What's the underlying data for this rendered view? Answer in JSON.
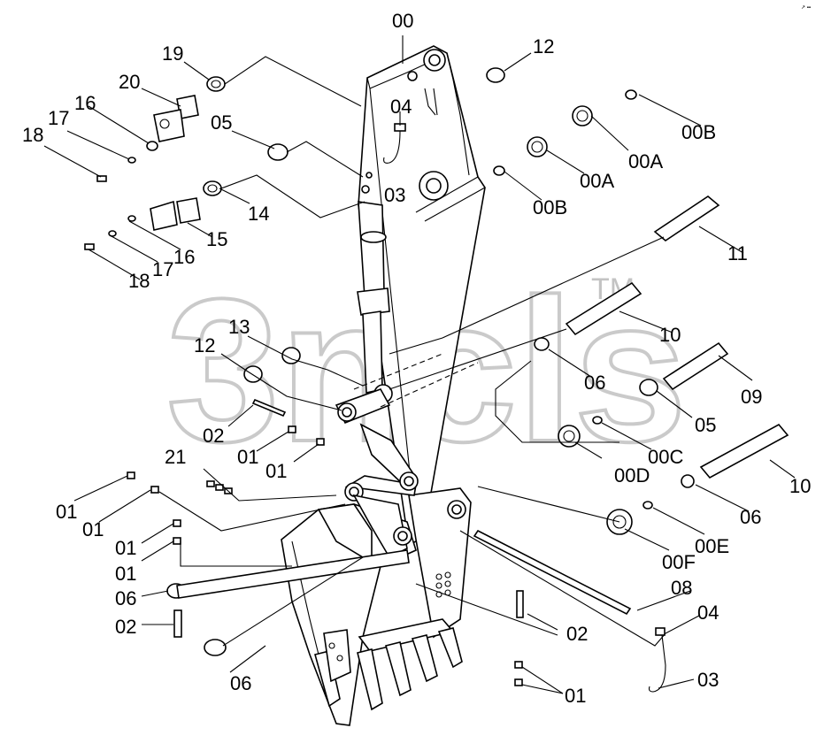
{
  "watermark": {
    "text": "3ncls",
    "tm": "TM"
  },
  "corner_mark": "↗ ▪▪",
  "labels": {
    "l00": "00",
    "l12a": "12",
    "l19": "19",
    "l20": "20",
    "l04a": "04",
    "l16a": "16",
    "l17a": "17",
    "l18a": "18",
    "l05a": "05",
    "l00b1": "00B",
    "l00a1": "00A",
    "l00a2": "00A",
    "l03a": "03",
    "l00b2": "00B",
    "l14": "14",
    "l15": "15",
    "l16b": "16",
    "l17b": "17",
    "l18b": "18",
    "l11": "11",
    "l10a": "10",
    "l13": "13",
    "l12b": "12",
    "l06a": "06",
    "l09": "09",
    "l02a": "02",
    "l01a": "01",
    "l01b": "01",
    "l05b": "05",
    "l00c": "00C",
    "l00d": "00D",
    "l21": "21",
    "l10b": "10",
    "l06b": "06",
    "l01c": "01",
    "l01d": "01",
    "l00e": "00E",
    "l00f": "00F",
    "l01e": "01",
    "l01f": "01",
    "l08": "08",
    "l04b": "04",
    "l06c": "06",
    "l02b": "02",
    "l02c": "02",
    "l03b": "03",
    "l06d": "06",
    "l01g": "01"
  }
}
